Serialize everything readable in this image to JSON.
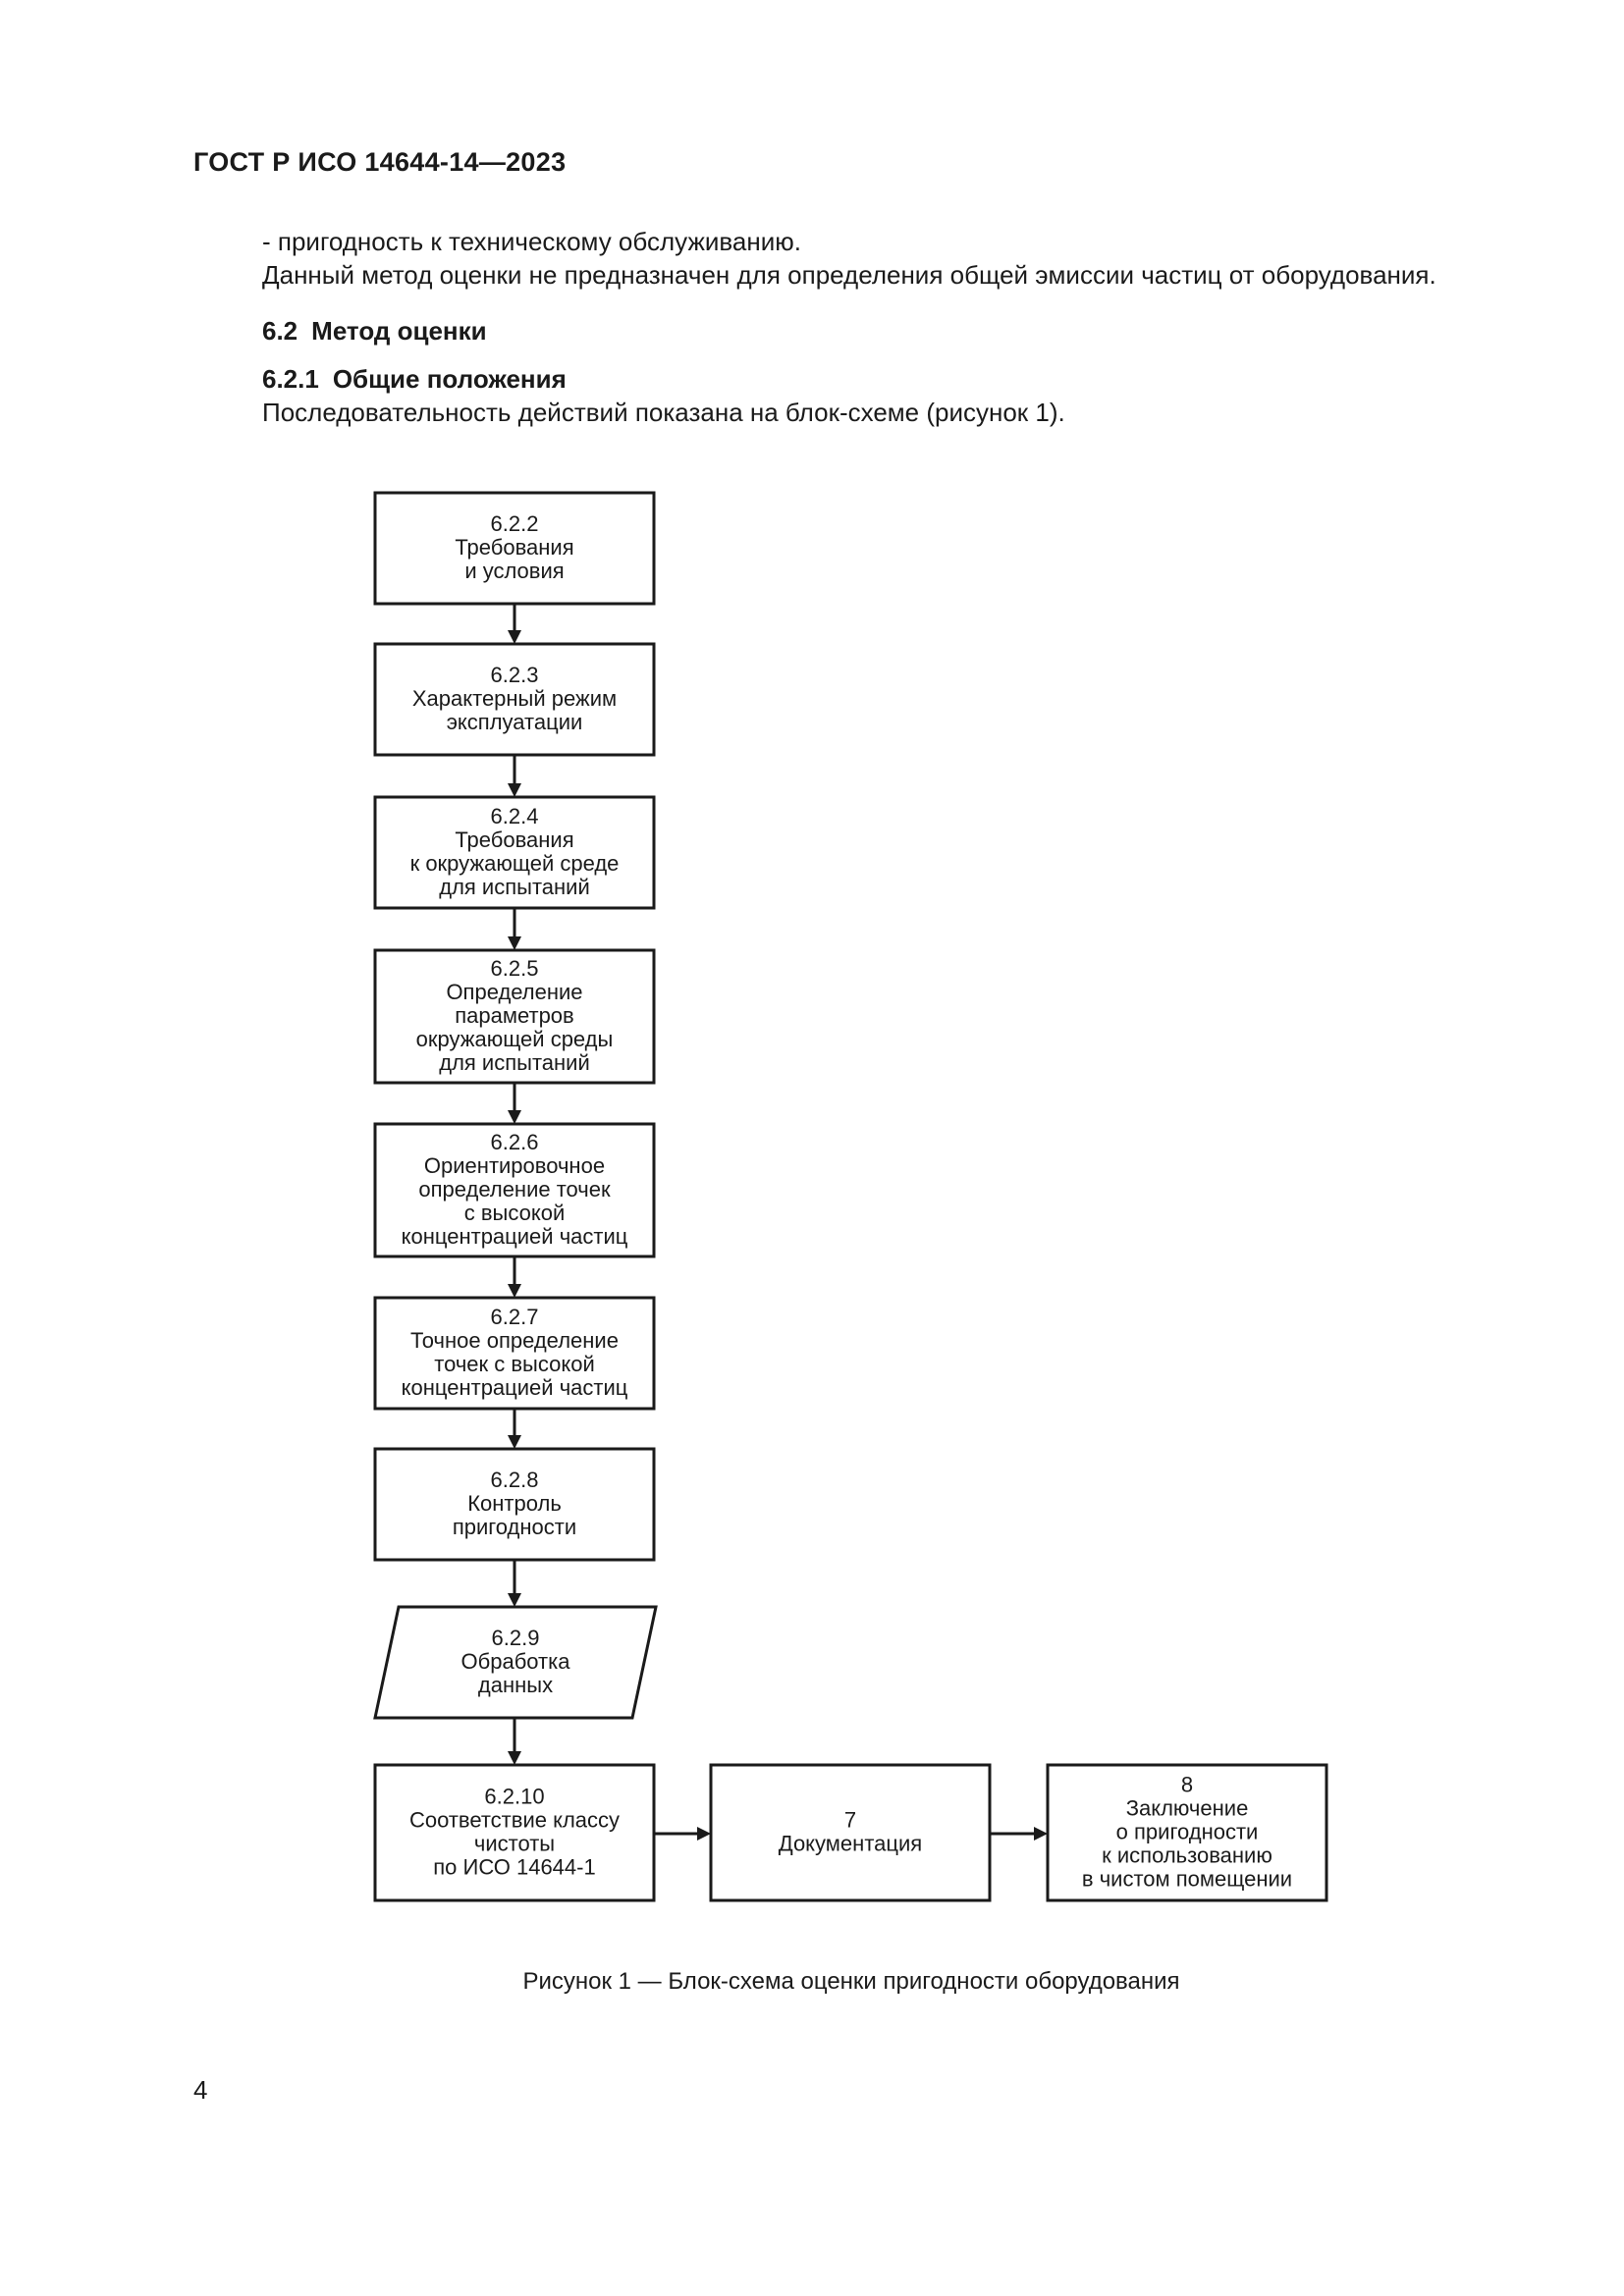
{
  "header": "ГОСТ Р ИСО 14644-14—2023",
  "intro": {
    "bullet": "-  пригодность к техническому обслуживанию.",
    "line": "Данный метод оценки не предназначен для определения общей эмиссии частиц от оборудования."
  },
  "section": {
    "number": "6.2",
    "title": "Метод оценки"
  },
  "subsection": {
    "number": "6.2.1",
    "title": "Общие положения",
    "text": "Последовательность действий показана на блок-схеме (рисунок 1)."
  },
  "flowchart": {
    "nodes": [
      {
        "lines": [
          "6.2.2",
          "Требования",
          "и условия"
        ]
      },
      {
        "lines": [
          "6.2.3",
          "Характерный режим",
          "эксплуатации"
        ]
      },
      {
        "lines": [
          "6.2.4",
          "Требования",
          "к окружающей среде",
          "для испытаний"
        ]
      },
      {
        "lines": [
          "6.2.5",
          "Определение",
          "параметров",
          "окружающей среды",
          "для испытаний"
        ]
      },
      {
        "lines": [
          "6.2.6",
          "Ориентировочное",
          "определение точек",
          "с высокой",
          "концентрацией частиц"
        ]
      },
      {
        "lines": [
          "6.2.7",
          "Точное определение",
          "точек с высокой",
          "концентрацией частиц"
        ]
      },
      {
        "lines": [
          "6.2.8",
          "Контроль",
          "пригодности"
        ]
      },
      {
        "lines": [
          "6.2.9",
          "Обработка",
          "данных"
        ]
      },
      {
        "lines": [
          "6.2.10",
          "Соответствие классу",
          "чистоты",
          "по ИСО 14644-1"
        ]
      },
      {
        "lines": [
          "7",
          "Документация"
        ]
      },
      {
        "lines": [
          "8",
          "Заключение",
          "о пригодности",
          "к использованию",
          "в чистом помещении"
        ]
      }
    ]
  },
  "figure_caption": "Рисунок 1 — Блок-схема оценки пригодности оборудования",
  "page_number": "4"
}
